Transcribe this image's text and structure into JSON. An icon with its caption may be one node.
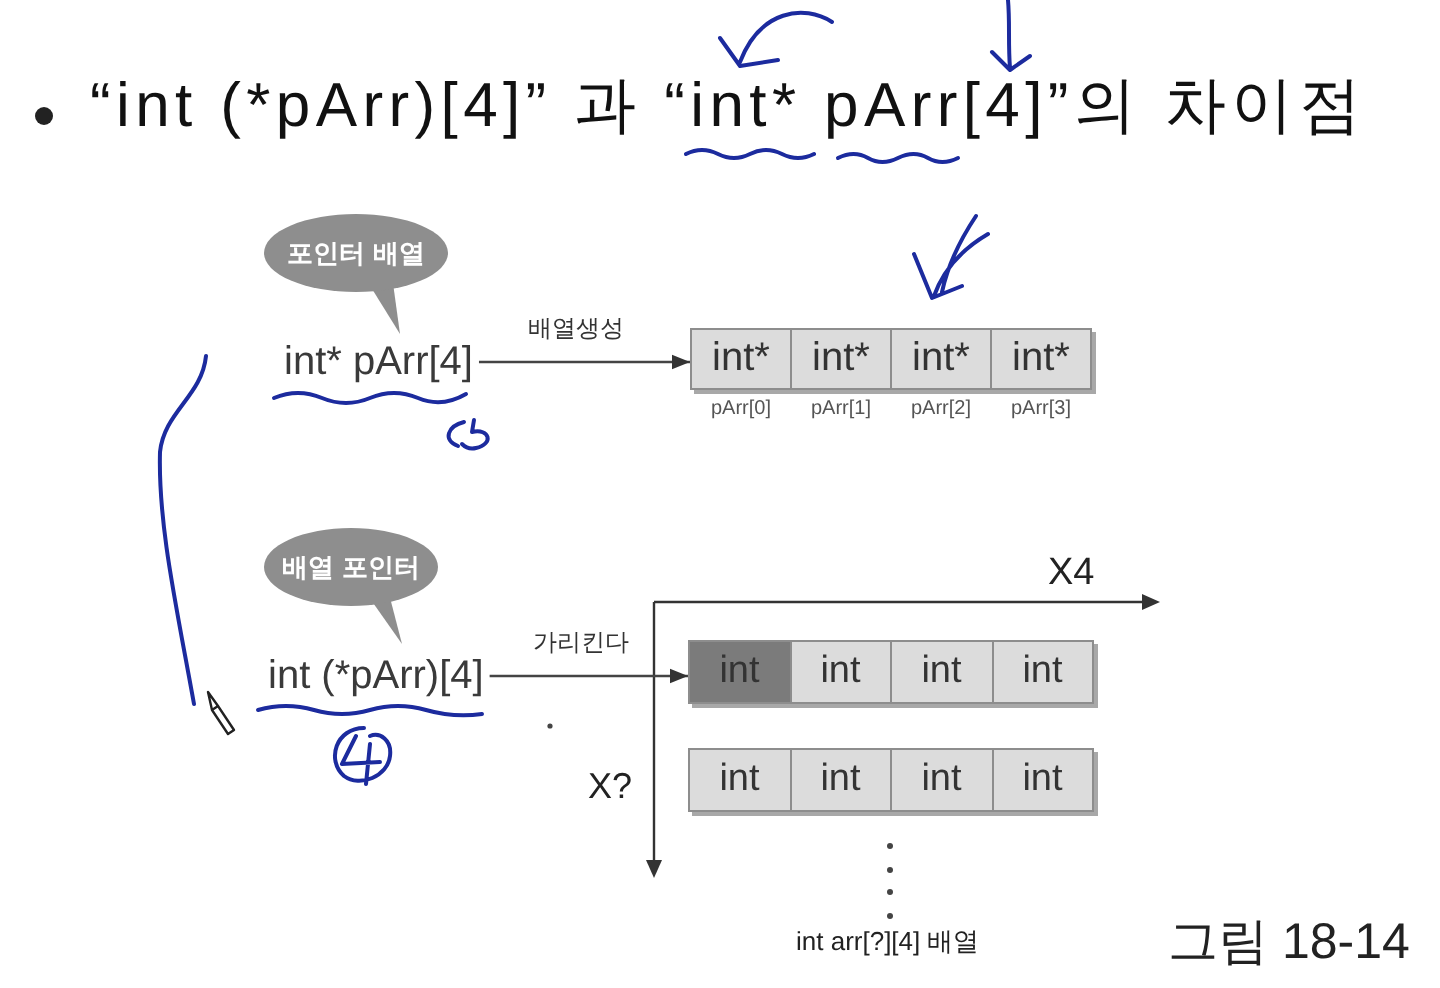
{
  "diagram": {
    "title": "“int (*pArr)[4]” 과 “int* pArr[4]”의 차이점",
    "nodes": [
      {
        "text": [
          "포인터 배열"
        ]
      },
      {
        "text": [
          "int* pArr[4]"
        ]
      },
      {
        "text": [
          "int*"
        ],
        "beside": [
          "pArr[0]"
        ]
      },
      {
        "text": [
          "int*"
        ],
        "beside": [
          "pArr[1]"
        ]
      },
      {
        "text": [
          "int*"
        ],
        "beside": [
          "pArr[2]"
        ]
      },
      {
        "text": [
          "int*"
        ],
        "beside": [
          "pArr[3]"
        ]
      },
      {
        "text": [
          "배열 포인터"
        ]
      },
      {
        "text": [
          "int (*pArr)[4]"
        ]
      },
      {
        "text": [
          "int"
        ]
      },
      {
        "text": [
          "int"
        ]
      },
      {
        "text": [
          "int"
        ]
      },
      {
        "text": [
          "int"
        ]
      },
      {
        "text": [
          "int"
        ]
      },
      {
        "text": [
          "int"
        ]
      },
      {
        "text": [
          "int"
        ]
      },
      {
        "text": [
          "int"
        ]
      }
    ],
    "edges": [
      {
        "from": 1,
        "to": 2,
        "label": "배열생성",
        "arrow": "to"
      },
      {
        "from": 7,
        "to": 8,
        "label": "가리킨다",
        "arrow": "to"
      }
    ],
    "labels": [
      "X4",
      "X?",
      "int arr[?][4] 배열",
      "그림 18-14"
    ]
  }
}
